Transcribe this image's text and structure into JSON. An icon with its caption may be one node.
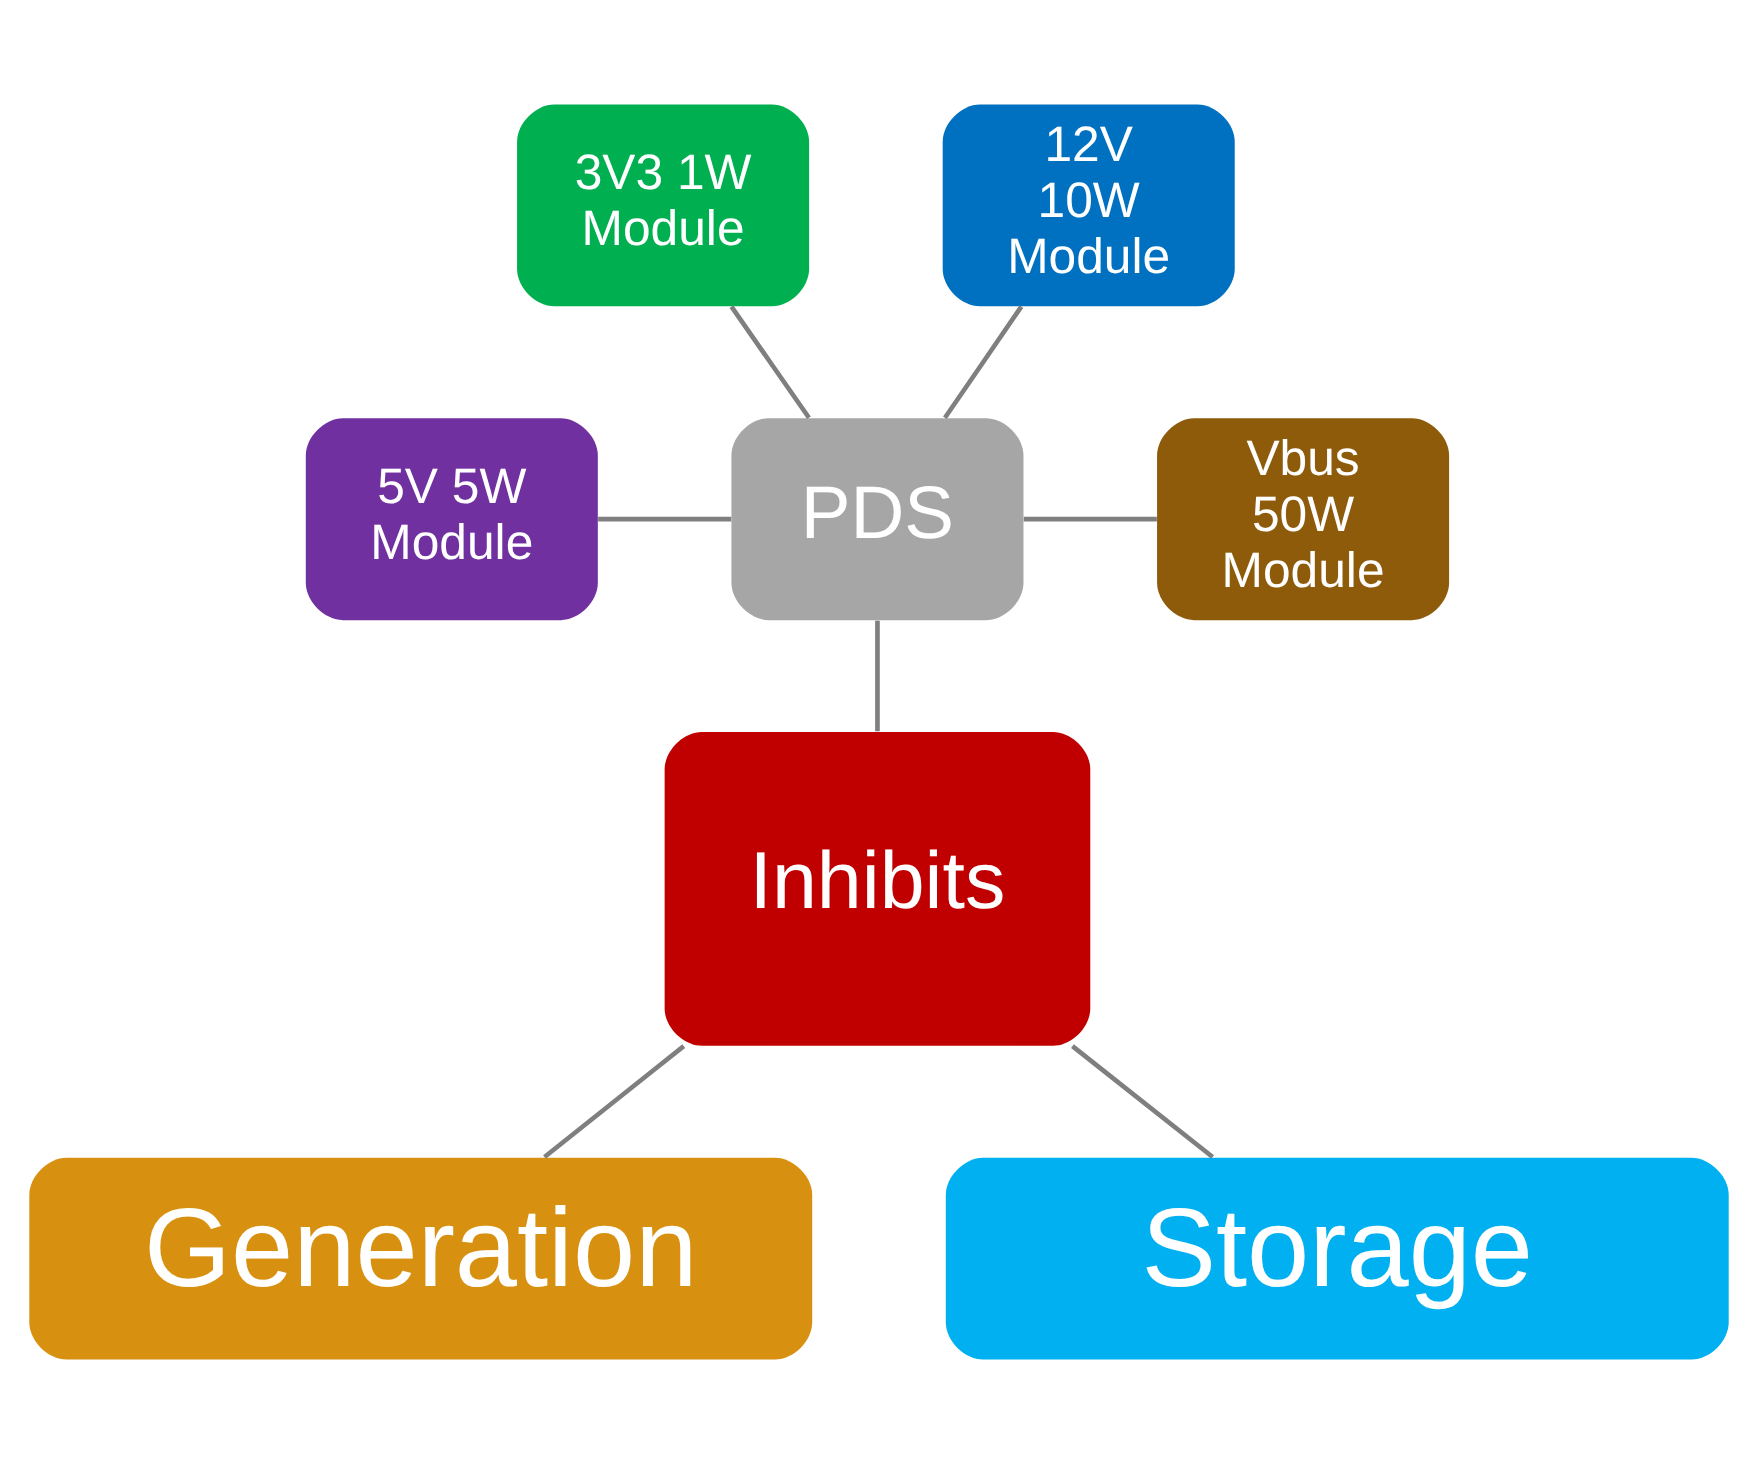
{
  "diagram": {
    "nodes": [
      {
        "text": [
          "3V3 1W Module"
        ]
      },
      {
        "text": [
          "12V 10W Module"
        ]
      },
      {
        "text": [
          "5V 5W Module"
        ]
      },
      {
        "text": [
          "PDS"
        ]
      },
      {
        "text": [
          "Vbus 50W Module"
        ]
      },
      {
        "text": [
          "Inhibits"
        ]
      },
      {
        "text": [
          "Generation"
        ]
      },
      {
        "text": [
          "Storage"
        ]
      }
    ],
    "edges": [
      {
        "from": 0,
        "to": 3,
        "arrow": "none"
      },
      {
        "from": 1,
        "to": 3,
        "arrow": "none"
      },
      {
        "from": 2,
        "to": 3,
        "arrow": "none"
      },
      {
        "from": 3,
        "to": 4,
        "arrow": "none"
      },
      {
        "from": 3,
        "to": 5,
        "arrow": "none"
      },
      {
        "from": 5,
        "to": 6,
        "arrow": "none"
      },
      {
        "from": 5,
        "to": 7,
        "arrow": "none"
      }
    ]
  }
}
